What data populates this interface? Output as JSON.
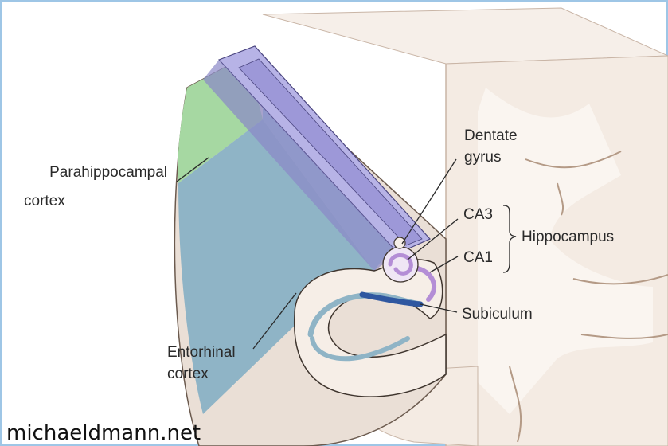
{
  "labels": {
    "parahippocampal_1": "Parahippocampal",
    "parahippocampal_2": "cortex",
    "entorhinal_1": "Entorhinal",
    "entorhinal_2": "cortex",
    "dentate_1": "Dentate",
    "dentate_2": "gyrus",
    "ca3": "CA3",
    "ca1": "CA1",
    "hippocampus": "Hippocampus",
    "subiculum": "Subiculum"
  },
  "watermark": "michaeldmann.net",
  "colors": {
    "frame": "#9ec6e6",
    "tissue_light": "#f4ebe3",
    "tissue_cut": "#ead9cd",
    "parahippocampal": "#a6d8a2",
    "entorhinal": "#8fb4c6",
    "hippocampal_band": "#b7b3e6",
    "subiculum_band": "#2f57a0",
    "ca_ring": "#b48ed6"
  }
}
